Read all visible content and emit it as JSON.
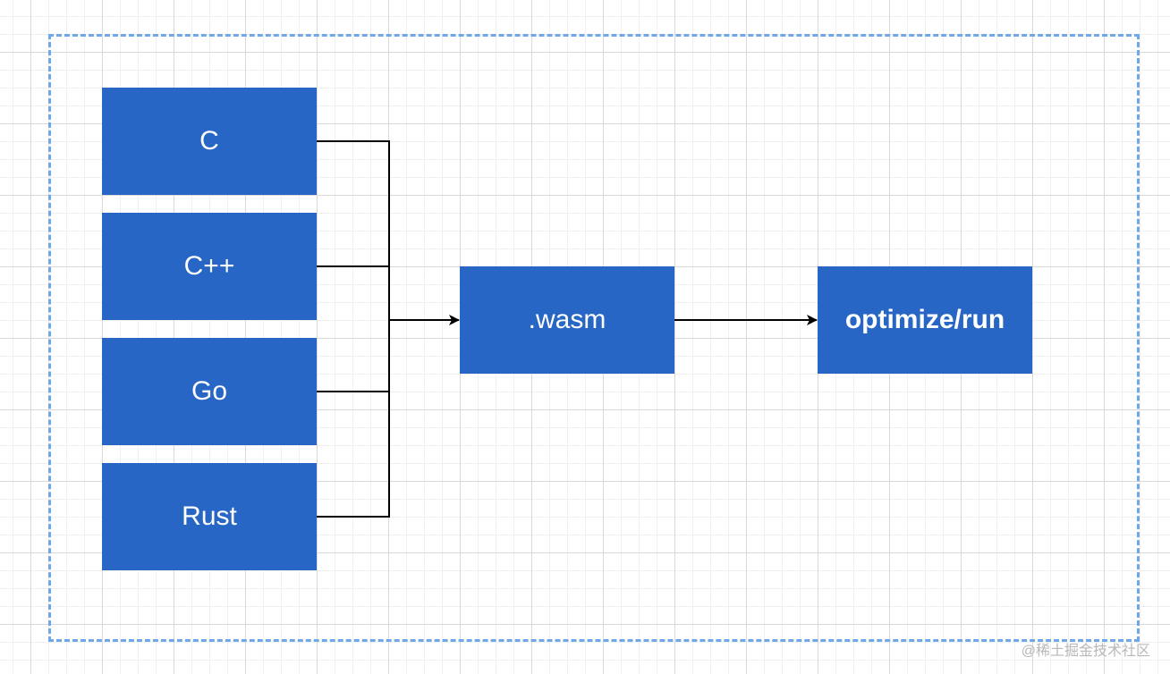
{
  "diagram": {
    "languages": [
      {
        "label": "C"
      },
      {
        "label": "C++"
      },
      {
        "label": "Go"
      },
      {
        "label": "Rust"
      }
    ],
    "intermediate": {
      "label": ".wasm"
    },
    "output": {
      "label": "optimize/run"
    },
    "colors": {
      "box_fill": "#2866c5",
      "box_text": "#ffffff",
      "frame_border": "#6fa8e8",
      "connector": "#000000"
    }
  },
  "watermark": {
    "text": "@稀土掘金技术社区"
  }
}
